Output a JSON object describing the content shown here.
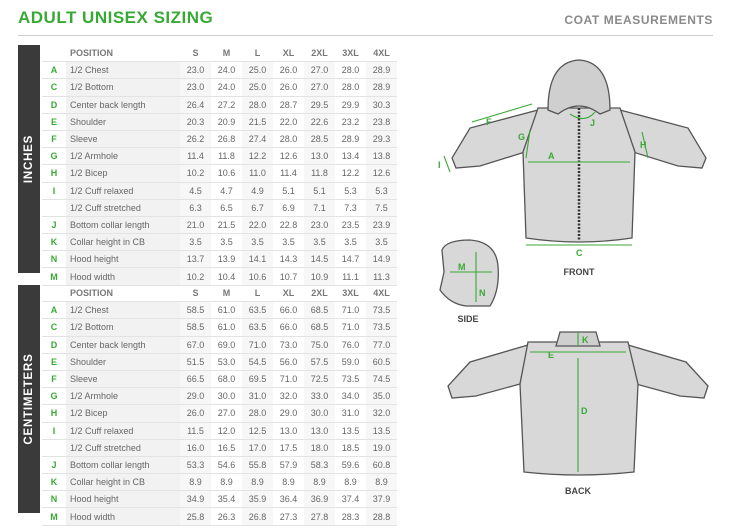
{
  "header": {
    "title": "ADULT UNISEX SIZING",
    "subtitle": "COAT MEASUREMENTS"
  },
  "columns": [
    "POSITION",
    "S",
    "M",
    "L",
    "XL",
    "2XL",
    "3XL",
    "4XL"
  ],
  "inches": {
    "label": "INCHES",
    "rows": [
      {
        "letter": "A",
        "position": "1/2 Chest",
        "values": [
          "23.0",
          "24.0",
          "25.0",
          "26.0",
          "27.0",
          "28.0",
          "28.9"
        ]
      },
      {
        "letter": "C",
        "position": "1/2 Bottom",
        "values": [
          "23.0",
          "24.0",
          "25.0",
          "26.0",
          "27.0",
          "28.0",
          "28.9"
        ]
      },
      {
        "letter": "D",
        "position": "Center back length",
        "values": [
          "26.4",
          "27.2",
          "28.0",
          "28.7",
          "29.5",
          "29.9",
          "30.3"
        ]
      },
      {
        "letter": "E",
        "position": "Shoulder",
        "values": [
          "20.3",
          "20.9",
          "21.5",
          "22.0",
          "22.6",
          "23.2",
          "23.8"
        ]
      },
      {
        "letter": "F",
        "position": "Sleeve",
        "values": [
          "26.2",
          "26.8",
          "27.4",
          "28.0",
          "28.5",
          "28.9",
          "29.3"
        ]
      },
      {
        "letter": "G",
        "position": "1/2 Armhole",
        "values": [
          "11.4",
          "11.8",
          "12.2",
          "12.6",
          "13.0",
          "13.4",
          "13.8"
        ]
      },
      {
        "letter": "H",
        "position": "1/2 Bicep",
        "values": [
          "10.2",
          "10.6",
          "11.0",
          "11.4",
          "11.8",
          "12.2",
          "12.6"
        ]
      },
      {
        "letter": "I",
        "position": "1/2 Cuff relaxed",
        "values": [
          "4.5",
          "4.7",
          "4.9",
          "5.1",
          "5.1",
          "5.3",
          "5.3"
        ]
      },
      {
        "letter": "",
        "position": "1/2 Cuff stretched",
        "values": [
          "6.3",
          "6.5",
          "6.7",
          "6.9",
          "7.1",
          "7.3",
          "7.5"
        ]
      },
      {
        "letter": "J",
        "position": "Bottom collar length",
        "values": [
          "21.0",
          "21.5",
          "22.0",
          "22.8",
          "23.0",
          "23.5",
          "23.9"
        ]
      },
      {
        "letter": "K",
        "position": "Collar height in CB",
        "values": [
          "3.5",
          "3.5",
          "3.5",
          "3.5",
          "3.5",
          "3.5",
          "3.5"
        ]
      },
      {
        "letter": "N",
        "position": "Hood height",
        "values": [
          "13.7",
          "13.9",
          "14.1",
          "14.3",
          "14.5",
          "14.7",
          "14.9"
        ]
      },
      {
        "letter": "M",
        "position": "Hood width",
        "values": [
          "10.2",
          "10.4",
          "10.6",
          "10.7",
          "10.9",
          "11.1",
          "11.3"
        ]
      }
    ]
  },
  "centimeters": {
    "label": "CENTIMETERS",
    "rows": [
      {
        "letter": "A",
        "position": "1/2 Chest",
        "values": [
          "58.5",
          "61.0",
          "63.5",
          "66.0",
          "68.5",
          "71.0",
          "73.5"
        ]
      },
      {
        "letter": "C",
        "position": "1/2 Bottom",
        "values": [
          "58.5",
          "61.0",
          "63.5",
          "66.0",
          "68.5",
          "71.0",
          "73.5"
        ]
      },
      {
        "letter": "D",
        "position": "Center back length",
        "values": [
          "67.0",
          "69.0",
          "71.0",
          "73.0",
          "75.0",
          "76.0",
          "77.0"
        ]
      },
      {
        "letter": "E",
        "position": "Shoulder",
        "values": [
          "51.5",
          "53.0",
          "54.5",
          "56.0",
          "57.5",
          "59.0",
          "60.5"
        ]
      },
      {
        "letter": "F",
        "position": "Sleeve",
        "values": [
          "66.5",
          "68.0",
          "69.5",
          "71.0",
          "72.5",
          "73.5",
          "74.5"
        ]
      },
      {
        "letter": "G",
        "position": "1/2 Armhole",
        "values": [
          "29.0",
          "30.0",
          "31.0",
          "32.0",
          "33.0",
          "34.0",
          "35.0"
        ]
      },
      {
        "letter": "H",
        "position": "1/2 Bicep",
        "values": [
          "26.0",
          "27.0",
          "28.0",
          "29.0",
          "30.0",
          "31.0",
          "32.0"
        ]
      },
      {
        "letter": "I",
        "position": "1/2 Cuff relaxed",
        "values": [
          "11.5",
          "12.0",
          "12.5",
          "13.0",
          "13.0",
          "13.5",
          "13.5"
        ]
      },
      {
        "letter": "",
        "position": "1/2 Cuff stretched",
        "values": [
          "16.0",
          "16.5",
          "17.0",
          "17.5",
          "18.0",
          "18.5",
          "19.0"
        ]
      },
      {
        "letter": "J",
        "position": "Bottom collar length",
        "values": [
          "53.3",
          "54.6",
          "55.8",
          "57.9",
          "58.3",
          "59.6",
          "60.8"
        ]
      },
      {
        "letter": "K",
        "position": "Collar height in CB",
        "values": [
          "8.9",
          "8.9",
          "8.9",
          "8.9",
          "8.9",
          "8.9",
          "8.9"
        ]
      },
      {
        "letter": "N",
        "position": "Hood height",
        "values": [
          "34.9",
          "35.4",
          "35.9",
          "36.4",
          "36.9",
          "37.4",
          "37.9"
        ]
      },
      {
        "letter": "M",
        "position": "Hood width",
        "values": [
          "25.8",
          "26.3",
          "26.8",
          "27.3",
          "27.8",
          "28.3",
          "28.8"
        ]
      }
    ]
  },
  "diagrams": {
    "front_label": "FRONT",
    "side_label": "SIDE",
    "back_label": "BACK",
    "letters": {
      "A": "A",
      "C": "C",
      "D": "D",
      "E": "E",
      "F": "F",
      "G": "G",
      "H": "H",
      "I": "I",
      "J": "J",
      "K": "K",
      "M": "M",
      "N": "N"
    }
  },
  "colors": {
    "accent": "#39a935",
    "tab": "#3a3a3a",
    "garment": "#d8d8d8",
    "outline": "#555555"
  }
}
